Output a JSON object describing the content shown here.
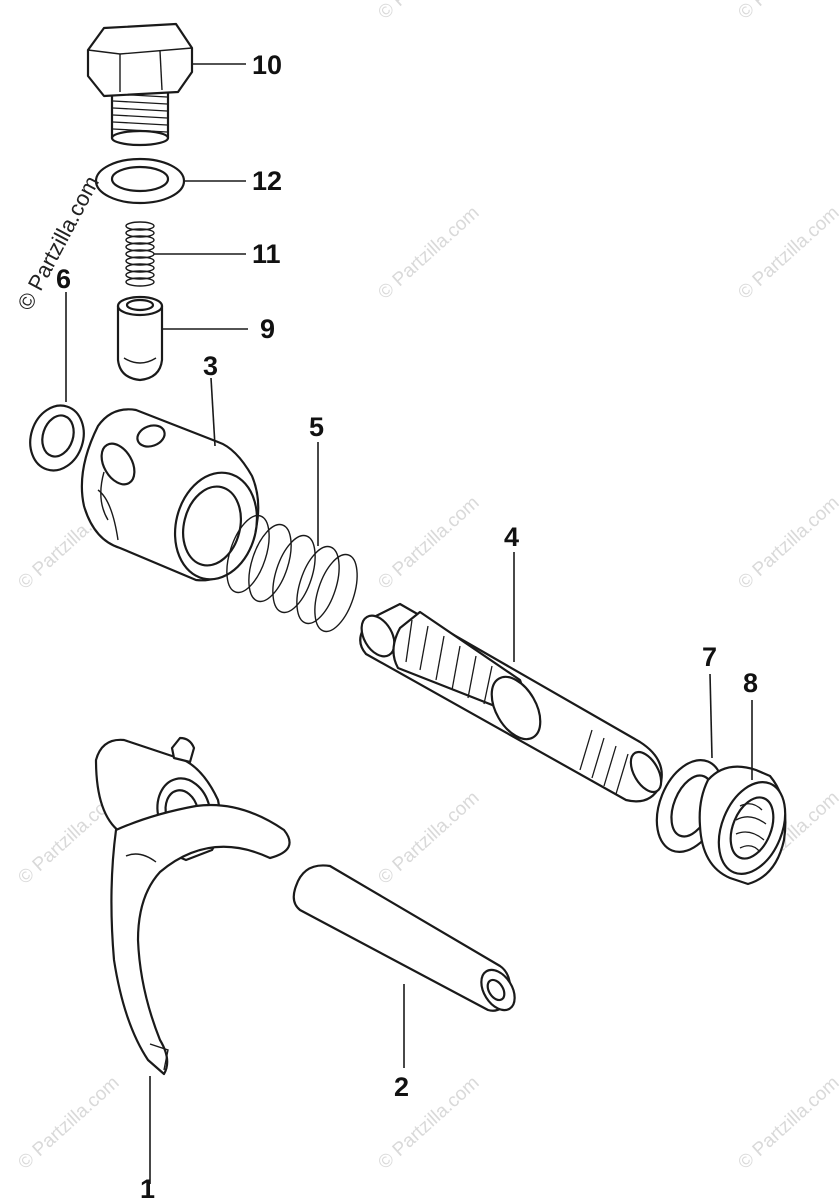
{
  "watermark": {
    "text": "© Partzilla.com",
    "main_text": "© Partzilla.com"
  },
  "callouts": {
    "c1": "1",
    "c2": "2",
    "c3": "3",
    "c4": "4",
    "c5": "5",
    "c6": "6",
    "c7": "7",
    "c8": "8",
    "c9": "9",
    "c10": "10",
    "c11": "11",
    "c12": "12"
  }
}
